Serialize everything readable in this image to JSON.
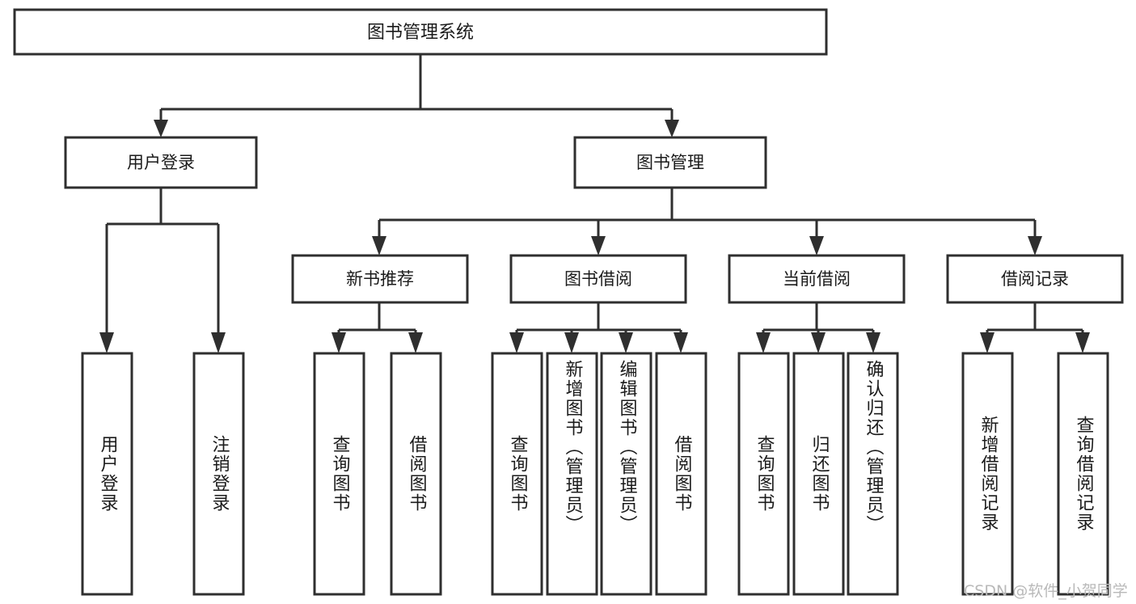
{
  "diagram": {
    "title_node": {
      "label": "图书管理系统"
    },
    "level2": [
      {
        "label": "用户登录"
      },
      {
        "label": "图书管理"
      }
    ],
    "level3": [
      {
        "label": "新书推荐"
      },
      {
        "label": "图书借阅"
      },
      {
        "label": "当前借阅"
      },
      {
        "label": "借阅记录"
      }
    ],
    "leaves": {
      "user_login": [
        {
          "label": "用户登录"
        },
        {
          "label": "注销登录"
        }
      ],
      "new_book_recommend": [
        {
          "label": "查询图书"
        },
        {
          "label": "借阅图书"
        }
      ],
      "book_borrow": [
        {
          "label": "查询图书"
        },
        {
          "label": "新增图书（管理员）"
        },
        {
          "label": "编辑图书（管理员）"
        },
        {
          "label": "借阅图书"
        }
      ],
      "current_borrow": [
        {
          "label": "查询图书"
        },
        {
          "label": "归还图书"
        },
        {
          "label": "确认归还（管理员）"
        }
      ],
      "borrow_record": [
        {
          "label": "新增借阅记录"
        },
        {
          "label": "查询借阅记录"
        }
      ]
    },
    "watermark": {
      "text": "CSDN @软件_小贺同学"
    },
    "colors": {
      "stroke": "#2f2f2f",
      "fill": "#ffffff",
      "text": "#1b1b1b",
      "watermark": "#b9b9b9"
    }
  }
}
